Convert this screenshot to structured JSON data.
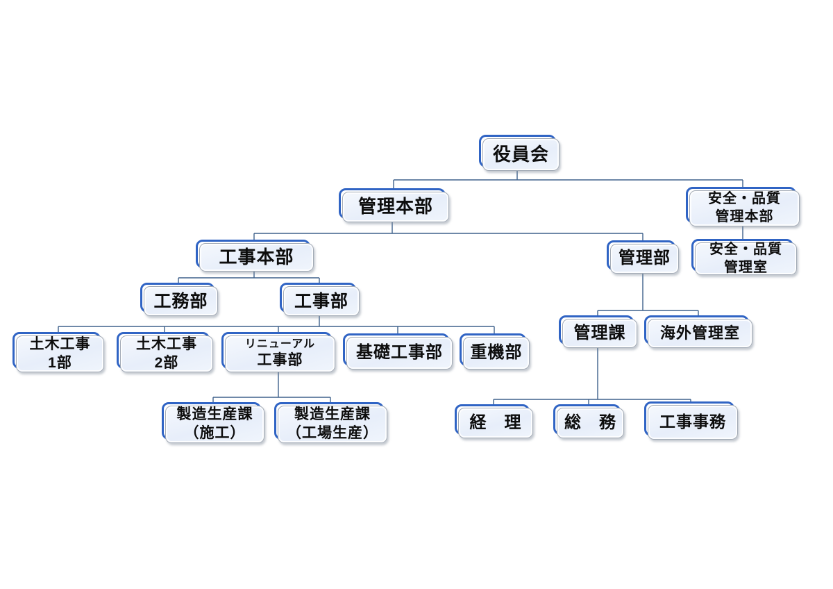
{
  "palette": {
    "accent_blue": "#3064c4",
    "connector": "#3e618c",
    "face_border": "#a3abb6",
    "face_fill_a": "#f5f8fd",
    "face_fill_b": "#e7eefa",
    "page_bg": "#ffffff",
    "text": "#0d0d0d"
  },
  "nodes": {
    "yakuinkai": {
      "label": "役員会"
    },
    "kanriHonbu": {
      "label": "管理本部"
    },
    "anzenHonbu": {
      "label": "安全・品質\n管理本部"
    },
    "kojiHonbu": {
      "label": "工事本部"
    },
    "kanribu": {
      "label": "管理部"
    },
    "anzenShitsu": {
      "label": "安全・品質\n管理室"
    },
    "komubu": {
      "label": "工務部"
    },
    "kojibu": {
      "label": "工事部"
    },
    "doboku1": {
      "label": "土木工事\n1部"
    },
    "doboku2": {
      "label": "土木工事\n2部"
    },
    "renewal": {
      "label_top": "リニューアル",
      "label_bottom": "工事部"
    },
    "kiso": {
      "label": "基礎工事部"
    },
    "juki": {
      "label": "重機部"
    },
    "kanrika": {
      "label": "管理課"
    },
    "kaigai": {
      "label": "海外管理室"
    },
    "seko": {
      "label": "製造生産課\n（施工）"
    },
    "kojo": {
      "label": "製造生産課\n（工場生産）"
    },
    "keiri": {
      "label": "経　理"
    },
    "somu": {
      "label": "総　務"
    },
    "kojijimu": {
      "label": "工事事務"
    }
  }
}
